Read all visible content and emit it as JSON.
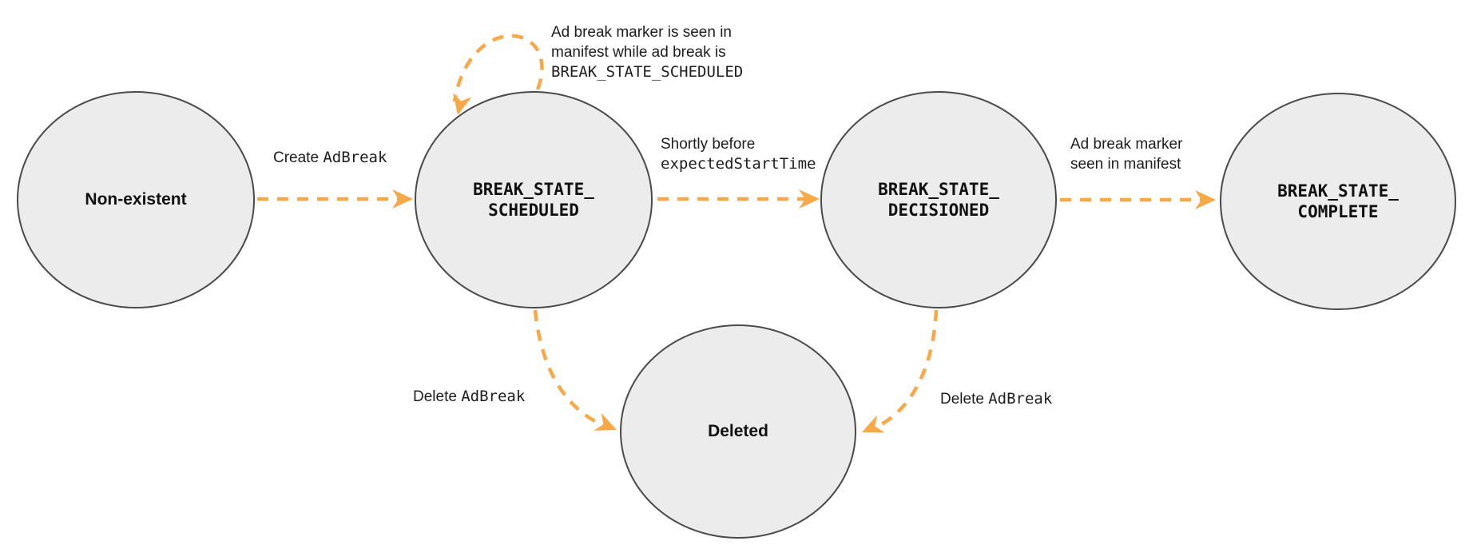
{
  "diagram": {
    "colors": {
      "arrow": "#F9A847",
      "node_fill": "#ECECEC",
      "node_border": "#4A4A4A",
      "text": "#1D1D1D"
    },
    "states": {
      "non_existent": {
        "label": "Non-existent"
      },
      "scheduled": {
        "line1": "BREAK_STATE_",
        "line2": "SCHEDULED"
      },
      "decisioned": {
        "line1": "BREAK_STATE_",
        "line2": "DECISIONED"
      },
      "complete": {
        "line1": "BREAK_STATE_",
        "line2": "COMPLETE"
      },
      "deleted": {
        "label": "Deleted"
      }
    },
    "transitions": {
      "create": {
        "text": "Create ",
        "code": "AdBreak"
      },
      "self_loop": {
        "line1": "Ad break marker is seen in",
        "line2": "manifest while ad break is",
        "code": "BREAK_STATE_SCHEDULED"
      },
      "decision": {
        "text": "Shortly before",
        "code": "expectedStartTime"
      },
      "marker_seen": {
        "line1": "Ad break marker",
        "line2": "seen in manifest"
      },
      "delete_from_scheduled": {
        "text": "Delete ",
        "code": "AdBreak"
      },
      "delete_from_decisioned": {
        "text": "Delete ",
        "code": "AdBreak"
      }
    }
  }
}
